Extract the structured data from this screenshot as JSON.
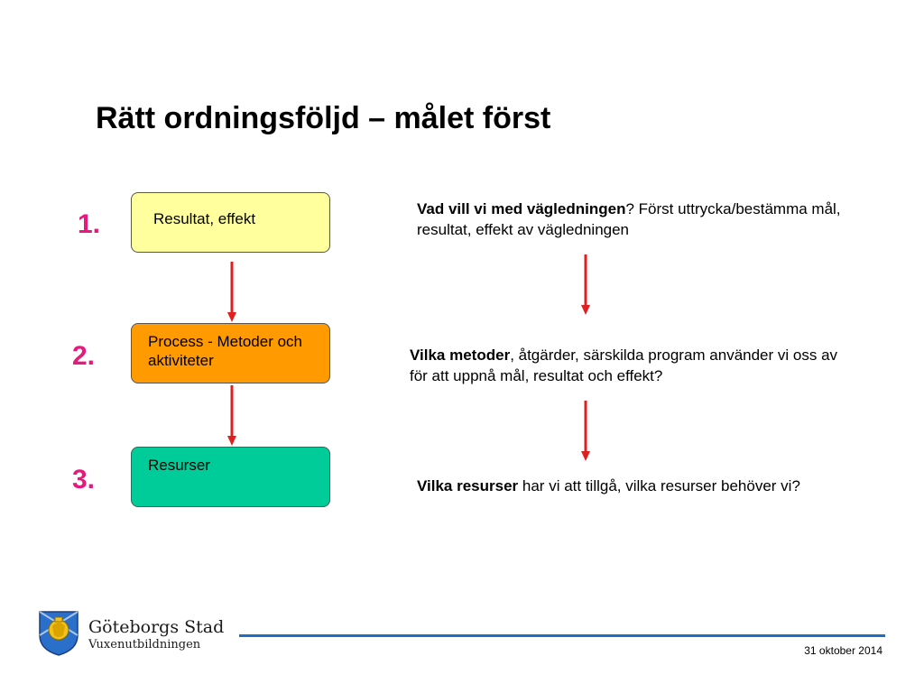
{
  "title": "Rätt ordningsföljd – målet först",
  "steps": [
    {
      "number": "1.",
      "label": "Resultat, effekt",
      "color": "#ffff9e"
    },
    {
      "number": "2.",
      "label": "Process - Metoder och aktiviteter",
      "color": "#ff9a00"
    },
    {
      "number": "3.",
      "label": "Resurser",
      "color": "#00cc99"
    }
  ],
  "questions": [
    {
      "bold": "Vad vill vi med vägledningen",
      "rest": "? Först uttrycka/bestämma mål, resultat, effekt av vägledningen"
    },
    {
      "bold": "Vilka metoder",
      "rest": ", åtgärder, särskilda program använder vi oss av för att uppnå mål, resultat och effekt?"
    },
    {
      "bold": "Vilka resurser",
      "rest": " har vi att tillgå, vilka resurser behöver vi?"
    }
  ],
  "arrow_color": "#e02020",
  "number_color": "#e8197c",
  "footer": {
    "org_name": "Göteborgs Stad",
    "unit_name": "Vuxenutbildningen",
    "date": "31 oktober 2014",
    "line_color": "#1e6fc4"
  }
}
